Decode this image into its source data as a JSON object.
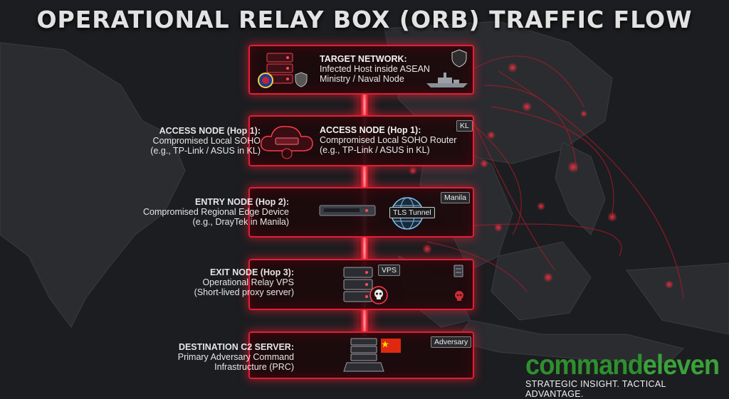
{
  "title": "OPERATIONAL RELAY BOX (ORB) TRAFFIC FLOW",
  "nodes": [
    {
      "heading": "TARGET NETWORK:",
      "line1": "Infected Host inside ASEAN",
      "line2": "Ministry / Naval Node",
      "tag": ""
    },
    {
      "heading": "ACCESS NODE (Hop 1):",
      "line1": "Compromised Local SOHO Router",
      "line2": "(e.g., TP-Link / ASUS in KL)",
      "tag": "KL"
    },
    {
      "heading": "",
      "line1": "",
      "line2": "",
      "tag": "Manila",
      "icon_label": "TLS Tunnel"
    },
    {
      "heading": "",
      "line1": "",
      "line2": "",
      "tag": "VPS"
    },
    {
      "heading": "",
      "line1": "",
      "line2": "",
      "tag": "Adversary"
    }
  ],
  "side_labels": [
    {
      "heading": "ACCESS NODE (Hop 1):",
      "line1": "Compromised Local SOHO",
      "line2": "(e.g., TP-Link / ASUS in KL)"
    },
    {
      "heading": "ENTRY NODE (Hop 2):",
      "line1": "Compromised Regional Edge Device",
      "line2": "(e.g., DrayTek in Manila)"
    },
    {
      "heading": "EXIT NODE (Hop 3):",
      "line1": "Operational Relay VPS",
      "line2": "(Short-lived proxy server)"
    },
    {
      "heading": "DESTINATION C2 SERVER:",
      "line1": "Primary Adversary Command",
      "line2": "Infrastructure (PRC)"
    }
  ],
  "brand": {
    "name_part1": "command",
    "name_part2": "eleven",
    "tagline": "STRATEGIC INSIGHT. TACTICAL ADVANTAGE."
  },
  "colors": {
    "accent_red": "#e21f35",
    "brand_green": "#2f8f2f",
    "background": "#1c1d20"
  },
  "icons": [
    "server-rack-icon",
    "asean-emblem-icon",
    "shield-icon",
    "warship-icon",
    "cloud-router-icon",
    "router-device-icon",
    "globe-icon",
    "vps-server-icon",
    "skull-icon",
    "laptop-server-icon",
    "china-flag-icon"
  ]
}
